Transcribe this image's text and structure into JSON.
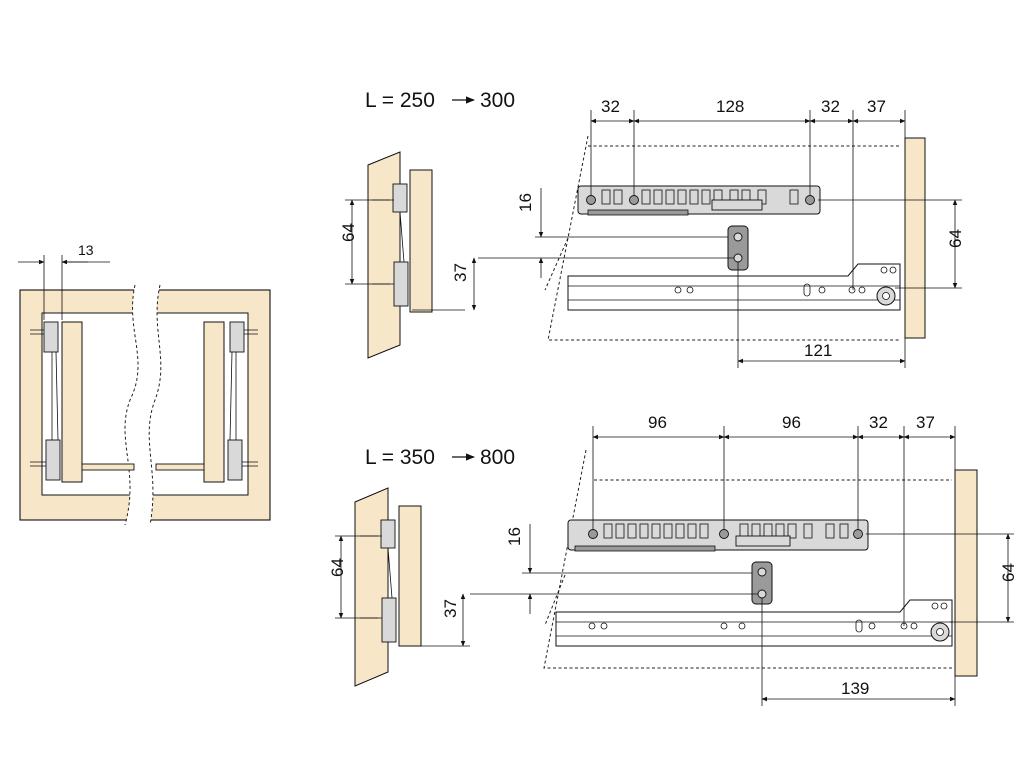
{
  "colors": {
    "wood": "#f7e6c8",
    "metal": "#d9d9d9",
    "metal_dark": "#9a9a9a",
    "line": "#111111"
  },
  "front_view": {
    "dimension": "13"
  },
  "section_small": {
    "title": "L = 250",
    "title_target": "300",
    "side": {
      "height": "64",
      "offset": "37"
    },
    "top": {
      "d1": "32",
      "d2": "128",
      "d3": "32",
      "d4": "37",
      "height": "16"
    },
    "rail": {
      "height": "64",
      "length": "121"
    }
  },
  "section_large": {
    "title": "L = 350",
    "title_target": "800",
    "side": {
      "height": "64",
      "offset": "37"
    },
    "top": {
      "d1": "96",
      "d2": "96",
      "d3": "32",
      "d4": "37",
      "height": "16"
    },
    "rail": {
      "height": "64",
      "length": "139"
    }
  }
}
